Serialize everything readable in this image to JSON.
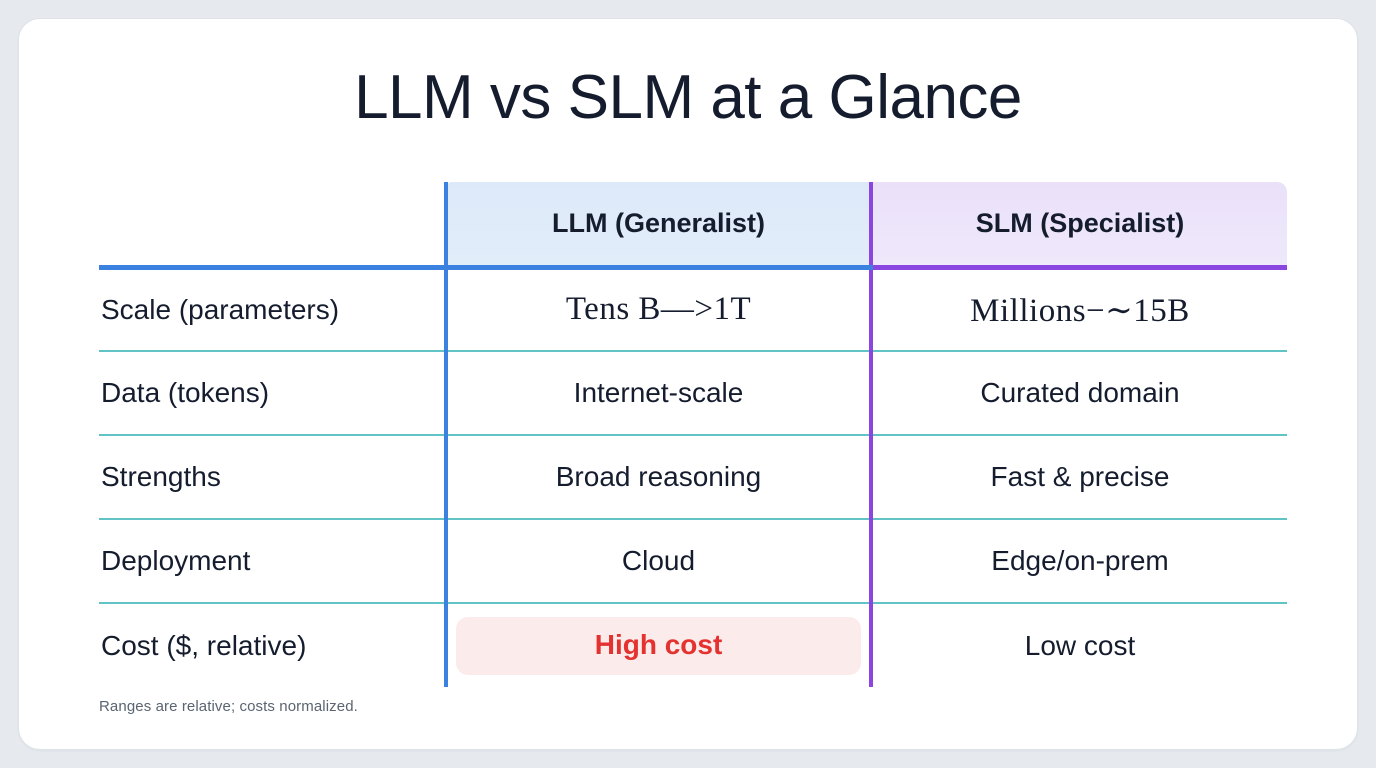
{
  "title": "LLM vs SLM at a Glance",
  "footnote": "Ranges are relative; costs normalized.",
  "colors": {
    "page_background": "#e6eaef",
    "card_background": "#ffffff",
    "title_text": "#141c2e",
    "llm_accent": "#3b82e0",
    "slm_accent": "#8b45e0",
    "llm_header_background": "#dde9f9",
    "slm_header_background": "#eae1f9",
    "row_divider": "#62c3c6",
    "highlight_background": "#fcebeb",
    "highlight_text": "#e3322f",
    "footnote_text": "#5b6472"
  },
  "table": {
    "columns": [
      {
        "key": "label",
        "header": ""
      },
      {
        "key": "llm",
        "header": "LLM (Generalist)"
      },
      {
        "key": "slm",
        "header": "SLM (Specialist)"
      }
    ],
    "rows": [
      {
        "label": "Scale (parameters)",
        "llm": "Tens B—>1T",
        "slm": "Millions−∼15B",
        "style": "mathy"
      },
      {
        "label": "Data (tokens)",
        "llm": "Internet-scale",
        "slm": "Curated domain",
        "style": "plain"
      },
      {
        "label": "Strengths",
        "llm": "Broad reasoning",
        "slm": "Fast & precise",
        "style": "plain"
      },
      {
        "label": "Deployment",
        "llm": "Cloud",
        "slm": "Edge/on-prem",
        "style": "plain"
      },
      {
        "label": "Cost ($, relative)",
        "llm": "High cost",
        "slm": "Low cost",
        "style": "highlight-llm"
      }
    ]
  }
}
